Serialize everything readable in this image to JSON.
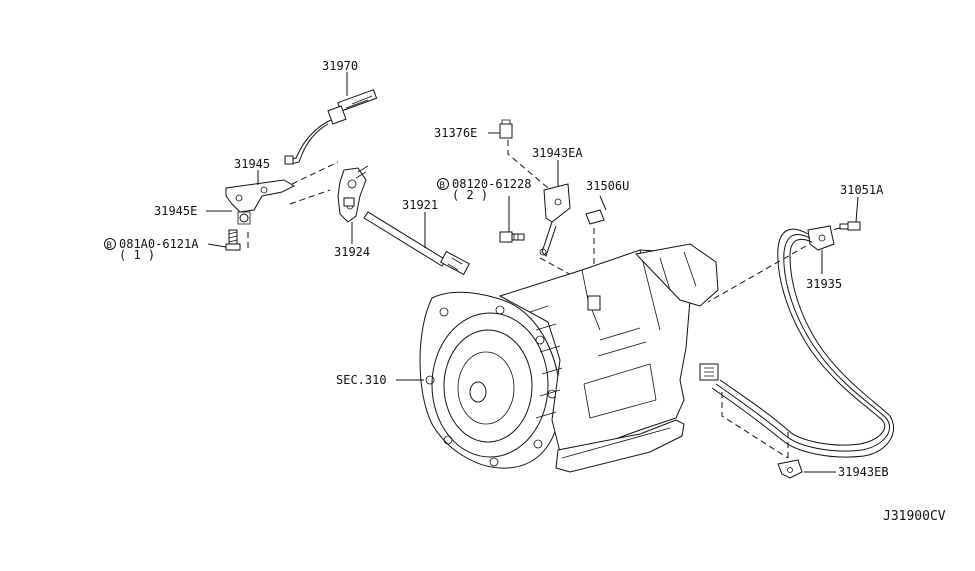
{
  "diagram": {
    "title_code": "J31900CV",
    "parts": {
      "p31970": "31970",
      "p31945": "31945",
      "p31945E": "31945E",
      "bolt_081A0": "081A0-6121A",
      "bolt_081A0_qty": "( 1 )",
      "p31924": "31924",
      "p31921": "31921",
      "p31376E": "31376E",
      "p31943EA": "31943EA",
      "bolt_08120": "08120-61228",
      "bolt_08120_qty": "( 2 )",
      "p31506U": "31506U",
      "p31051A": "31051A",
      "p31935": "31935",
      "sec310": "SEC.310",
      "p31943EB": "31943EB"
    },
    "bolt_symbol": "B"
  }
}
